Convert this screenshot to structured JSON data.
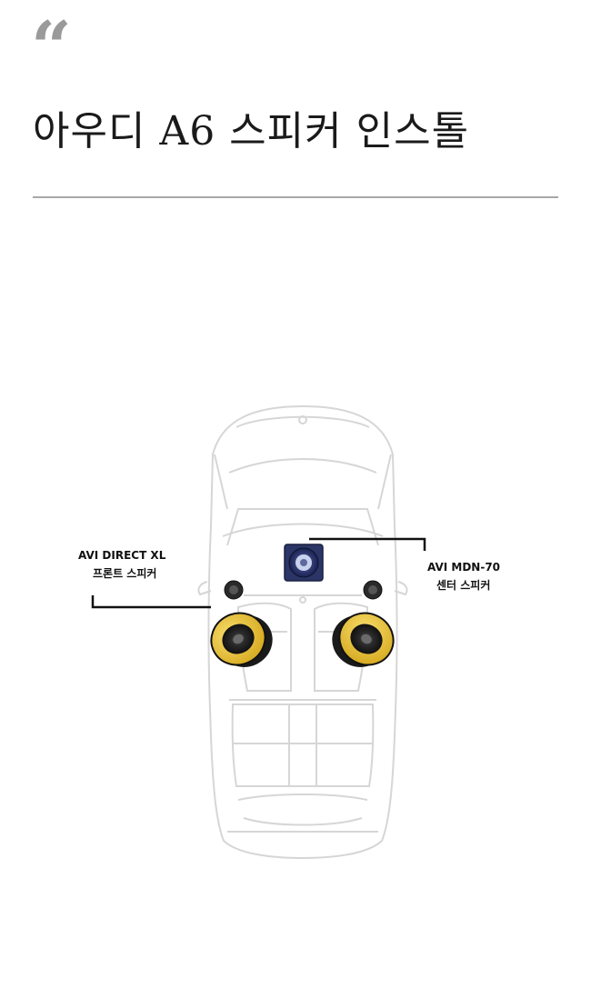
{
  "header": {
    "quote_glyph": "“",
    "title": "아우디 A6 스피커 인스톨"
  },
  "diagram": {
    "callouts": [
      {
        "model": "AVI DIRECT XL",
        "description": "프론트 스피커"
      },
      {
        "model": "AVI MDN-70",
        "description": "센터 스피커"
      }
    ],
    "colors": {
      "car_outline": "#d4d4d4",
      "woofer_ring": "#e7c23a",
      "woofer_cone": "#1c1c1c",
      "center_speaker": "#2b3566",
      "leader_line": "#111111"
    },
    "icons": [
      "car-top-view-icon",
      "tweeter-icon",
      "woofer-icon",
      "center-speaker-icon"
    ]
  }
}
